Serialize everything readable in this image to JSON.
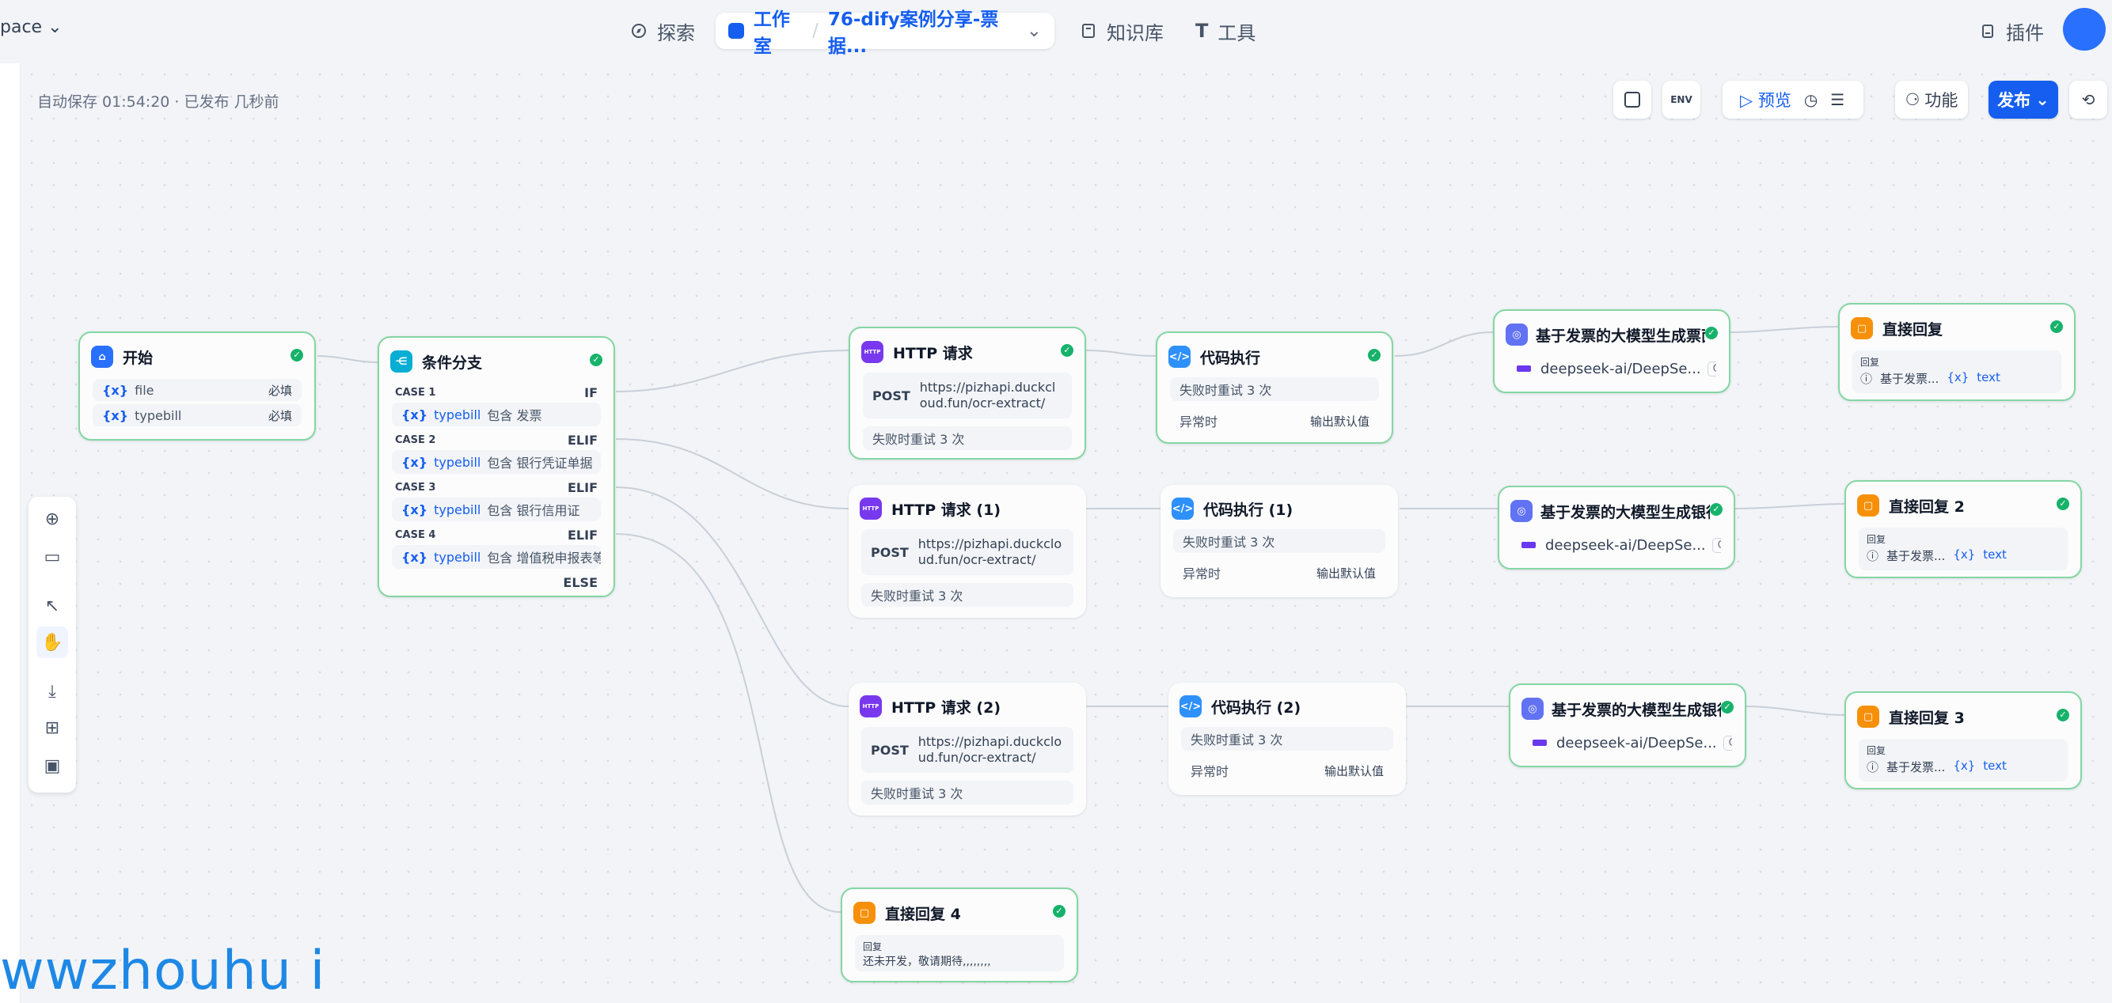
{
  "topbar": {
    "workspace": "pace",
    "nav_explore": "探索",
    "nav_studio": "工作室",
    "app_name": "76-dify案例分享-票据...",
    "nav_knowledge": "知识库",
    "nav_tools": "工具",
    "nav_plugins": "插件"
  },
  "status": {
    "autosave": "自动保存 01:54:20 · 已发布 几秒前"
  },
  "toolbar": {
    "env": "ENV",
    "preview": "预览",
    "features": "功能",
    "publish": "发布"
  },
  "nodes": {
    "start": {
      "title": "开始",
      "vars": [
        {
          "name": "file",
          "req": "必填"
        },
        {
          "name": "typebill",
          "req": "必填"
        }
      ]
    },
    "branch": {
      "title": "条件分支",
      "cases": [
        {
          "label": "CASE 1",
          "kw": "IF",
          "var": "typebill",
          "op": "包含",
          "value": "发票"
        },
        {
          "label": "CASE 2",
          "kw": "ELIF",
          "var": "typebill",
          "op": "包含",
          "value": "银行凭证单据"
        },
        {
          "label": "CASE 3",
          "kw": "ELIF",
          "var": "typebill",
          "op": "包含",
          "value": "银行信用证"
        },
        {
          "label": "CASE 4",
          "kw": "ELIF",
          "var": "typebill",
          "op": "包含",
          "value": "增值税申报表等"
        }
      ],
      "else": "ELSE"
    },
    "http": [
      {
        "title": "HTTP 请求",
        "method": "POST",
        "url": "https://pizhapi.duckcloud.fun/ocr-extract/",
        "retry": "失败时重试 3 次"
      },
      {
        "title": "HTTP 请求 (1)",
        "method": "POST",
        "url": "https://pizhapi.duckcloud.fun/ocr-extract/",
        "retry": "失败时重试 3 次"
      },
      {
        "title": "HTTP 请求 (2)",
        "method": "POST",
        "url": "https://pizhapi.duckcloud.fun/ocr-extract/",
        "retry": "失败时重试 3 次"
      }
    ],
    "code": [
      {
        "title": "代码执行",
        "retry": "失败时重试 3 次",
        "err": "异常时",
        "errv": "输出默认值"
      },
      {
        "title": "代码执行 (1)",
        "retry": "失败时重试 3 次",
        "err": "异常时",
        "errv": "输出默认值"
      },
      {
        "title": "代码执行 (2)",
        "retry": "失败时重试 3 次",
        "err": "异常时",
        "errv": "输出默认值"
      }
    ],
    "llm": [
      {
        "title": "基于发票的大模型生成票面信",
        "model": "deepseek-ai/DeepSe...",
        "tag": "CHAT"
      },
      {
        "title": "基于发票的大模型生成银行凭",
        "model": "deepseek-ai/DeepSe...",
        "tag": "CHAT"
      },
      {
        "title": "基于发票的大模型生成银行信",
        "model": "deepseek-ai/DeepSe...",
        "tag": "CHAT"
      }
    ],
    "answer": [
      {
        "title": "直接回复",
        "label": "回复",
        "src": "基于发票...",
        "var": "text"
      },
      {
        "title": "直接回复 2",
        "label": "回复",
        "src": "基于发票...",
        "var": "text"
      },
      {
        "title": "直接回复 3",
        "label": "回复",
        "src": "基于发票...",
        "var": "text"
      },
      {
        "title": "直接回复 4",
        "label": "回复",
        "text": "还未开发，敬请期待,,,,,,,,"
      }
    ]
  },
  "watermark": "wwzhouhu i",
  "colors": {
    "accent": "#155eef",
    "success": "#17b26a",
    "selected_border": "#84d6a3"
  }
}
